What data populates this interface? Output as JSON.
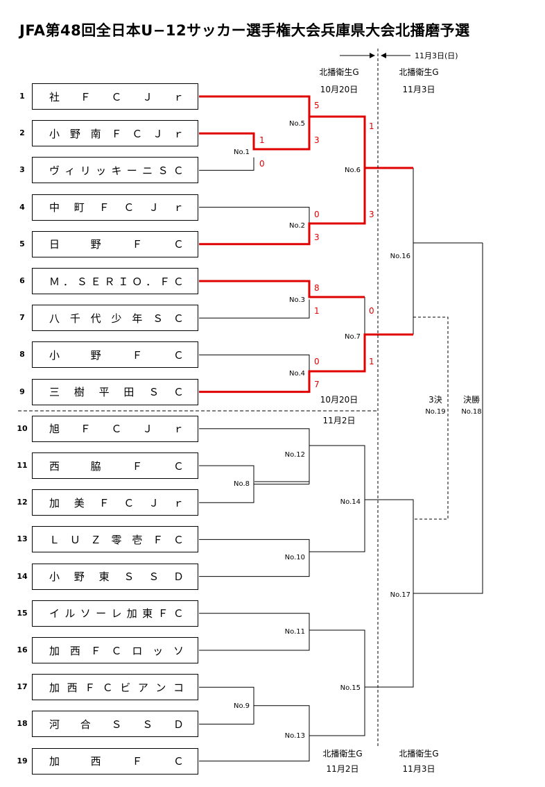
{
  "title": "JFA第48回全日本U−12サッカー選手権大会兵庫県大会北播磨予選",
  "teams": [
    {
      "seed": "1",
      "name": "社ＦＣＪｒ"
    },
    {
      "seed": "2",
      "name": "小野南ＦＣＪｒ"
    },
    {
      "seed": "3",
      "name": "ヴィリッキーニＳＣ"
    },
    {
      "seed": "4",
      "name": "中町ＦＣＪｒ"
    },
    {
      "seed": "5",
      "name": "日野ＦＣ"
    },
    {
      "seed": "6",
      "name": "Ｍ．ＳＥＲＩＯ．ＦＣ"
    },
    {
      "seed": "7",
      "name": "八千代少年ＳＣ"
    },
    {
      "seed": "8",
      "name": "小野ＦＣ"
    },
    {
      "seed": "9",
      "name": "三樹平田ＳＣ"
    },
    {
      "seed": "10",
      "name": "旭ＦＣＪｒ"
    },
    {
      "seed": "11",
      "name": "西脇ＦＣ"
    },
    {
      "seed": "12",
      "name": "加美ＦＣＪｒ"
    },
    {
      "seed": "13",
      "name": "ＬＵＺ零壱ＦＣ"
    },
    {
      "seed": "14",
      "name": "小野東ＳＳＤ"
    },
    {
      "seed": "15",
      "name": "イルソーレ加東ＦＣ"
    },
    {
      "seed": "16",
      "name": "加西ＦＣロッソ"
    },
    {
      "seed": "17",
      "name": "加西ＦＣビアンコ"
    },
    {
      "seed": "18",
      "name": "河合ＳＳＤ"
    },
    {
      "seed": "19",
      "name": "加西ＦＣ"
    }
  ],
  "matches": {
    "m1": "No.1",
    "m2": "No.2",
    "m3": "No.3",
    "m4": "No.4",
    "m5": "No.5",
    "m6": "No.6",
    "m7": "No.7",
    "m8": "No.8",
    "m9": "No.9",
    "m10": "No.10",
    "m11": "No.11",
    "m12": "No.12",
    "m13": "No.13",
    "m14": "No.14",
    "m15": "No.15",
    "m16": "No.16",
    "m17": "No.17",
    "m18": "No.18",
    "m19": "No.19"
  },
  "scores": {
    "m1_top": "1",
    "m1_bottom": "0",
    "m2_top": "0",
    "m2_bottom": "3",
    "m3_top": "8",
    "m3_bottom": "1",
    "m4_top": "0",
    "m4_bottom": "7",
    "m5_top": "5",
    "m5_bottom": "3",
    "m6_top": "1",
    "m6_bottom": "3",
    "m7_top": "0",
    "m7_bottom": "1"
  },
  "labels": {
    "third_place": "3決",
    "final": "決勝",
    "arrow_date": "11月3日(日)",
    "top_venue_left": "北播衛生G",
    "top_date_left": "10月20日",
    "top_venue_right": "北播衛生G",
    "top_date_right": "11月3日",
    "mid_date_upper": "10月20日",
    "mid_date_lower": "11月2日",
    "bottom_venue_left": "北播衛生G",
    "bottom_date_left": "11月2日",
    "bottom_venue_right": "北播衛生G",
    "bottom_date_right": "11月3日"
  },
  "colors": {
    "winner_line": "#e00000",
    "line": "#000000",
    "score": "#e00000"
  }
}
